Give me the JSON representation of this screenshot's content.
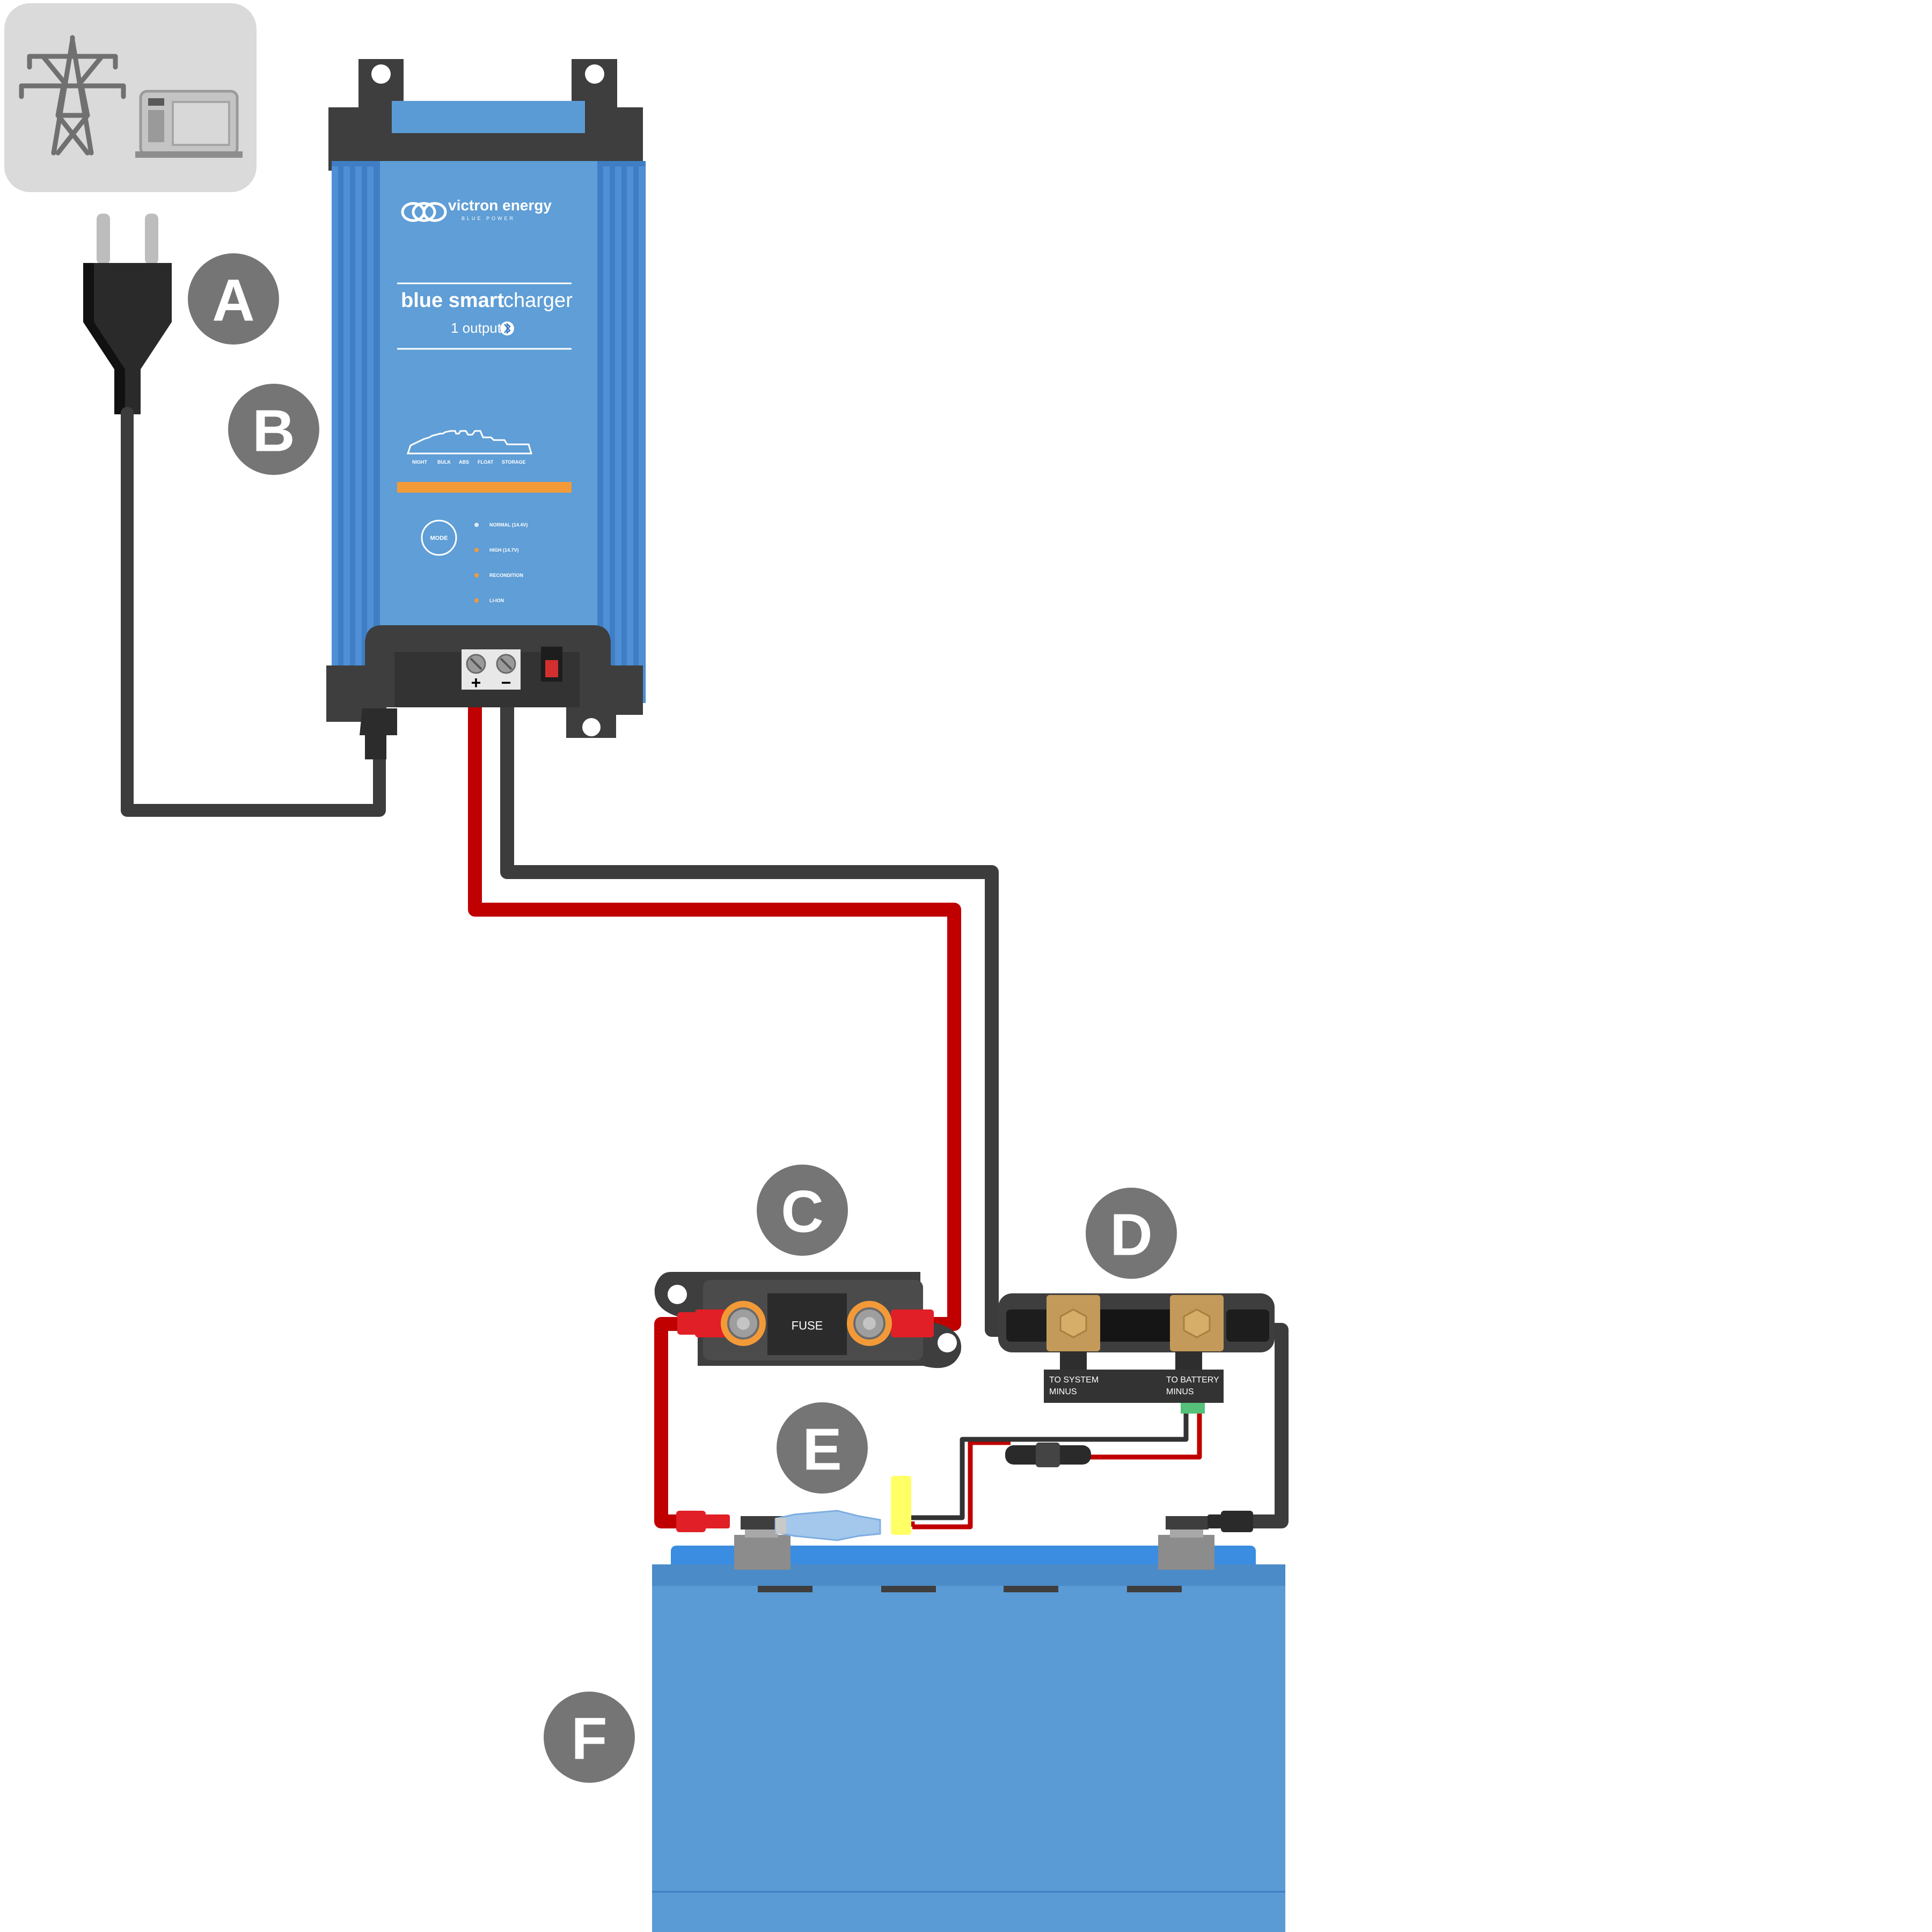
{
  "charger": {
    "brand": "victron energy",
    "brand_tagline": "BLUE POWER",
    "model_bold": "blue smart",
    "model_light": "charger",
    "outputs": "1 output",
    "stages": [
      "NIGHT",
      "BULK",
      "ABS",
      "FLOAT",
      "STORAGE"
    ],
    "mode_button": "MODE",
    "modes": [
      "NORMAL (14.4V)",
      "HIGH (14.7V)",
      "RECONDITION",
      "LI-ION"
    ],
    "terminal_plus": "+",
    "terminal_minus": "−"
  },
  "fuse": {
    "label": "FUSE"
  },
  "shunt": {
    "left_label_1": "TO SYSTEM",
    "left_label_2": "MINUS",
    "right_label_1": "TO BATTERY",
    "right_label_2": "MINUS"
  },
  "markers": {
    "a": "A",
    "b": "B",
    "c": "C",
    "d": "D",
    "e": "E",
    "f": "F"
  },
  "colors": {
    "positive_wire": "#c00000",
    "negative_wire": "#3c3c3c",
    "charger_blue": "#5b9bd5",
    "battery_blue": "#5b9bd5",
    "marker_gray": "#757575",
    "accent_orange": "#f39a38"
  }
}
